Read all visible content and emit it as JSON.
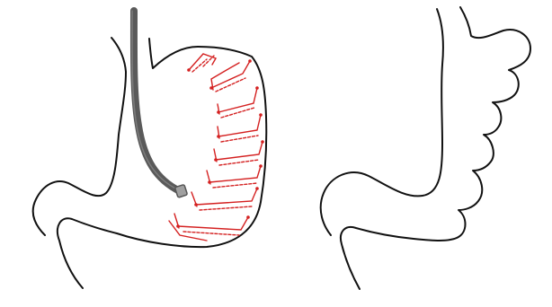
{
  "figure": {
    "panels": [
      {
        "id": "before",
        "description_visible": "",
        "elements": [
          "stomach-outline",
          "endoscope",
          "suture-plications"
        ],
        "suture_rows": 8
      },
      {
        "id": "after",
        "description_visible": "",
        "elements": [
          "stomach-outline-plicated"
        ]
      }
    ],
    "colors": {
      "outline": "#111111",
      "endoscope": "#5a5a5a",
      "endoscope_tip": "#9a9a9a",
      "suture": "#d42020"
    }
  }
}
